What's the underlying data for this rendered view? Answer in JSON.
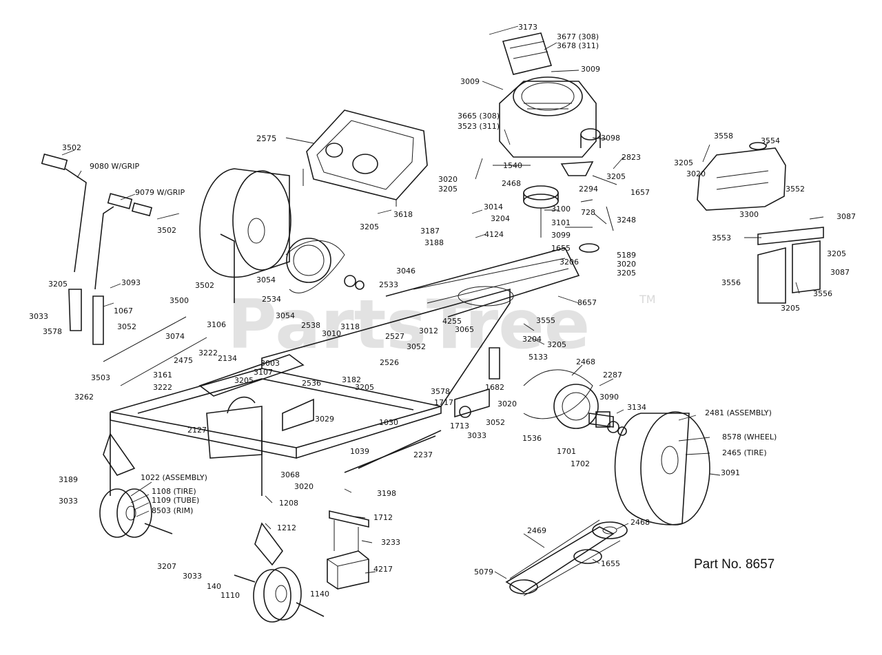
{
  "watermark": {
    "text": "PartsTree",
    "tm": "TM"
  },
  "part_number": "Part No. 8657",
  "labels": [
    "3173",
    "3677 (308)",
    "3678 (311)",
    "3009",
    "3009",
    "3665 (308)",
    "3523 (311)",
    "3098",
    "2823",
    "1540",
    "3020",
    "3205",
    "2468",
    "2294",
    "3205",
    "1657",
    "3100",
    "3101",
    "3099",
    "728",
    "3248",
    "1655",
    "5189",
    "3206",
    "3020",
    "3205",
    "2575",
    "3014",
    "3204",
    "3187",
    "3188",
    "4124",
    "3618",
    "3205",
    "3558",
    "3554",
    "3205",
    "3020",
    "3552",
    "3300",
    "3087",
    "3553",
    "3205",
    "3556",
    "3087",
    "3556",
    "3205",
    "3502",
    "9080 W/GRIP",
    "9079 W/GRIP",
    "3502",
    "3205",
    "3093",
    "1067",
    "3033",
    "3578",
    "3500",
    "3052",
    "3074",
    "3503",
    "2475",
    "3222",
    "3161",
    "3222",
    "3502",
    "3054",
    "2534",
    "3054",
    "3106",
    "2538",
    "3118",
    "3046",
    "2533",
    "8657",
    "4255",
    "3065",
    "3012",
    "3010",
    "3555",
    "3204",
    "3205",
    "5133",
    "2527",
    "3052",
    "2526",
    "2134",
    "3003",
    "3107",
    "3205",
    "2536",
    "3182",
    "3205",
    "2468",
    "2287",
    "3090",
    "3134",
    "1682",
    "3578",
    "1717",
    "3020",
    "1713",
    "3033",
    "3052",
    "1030",
    "1536",
    "1701",
    "1702",
    "2481 (ASSEMBLY)",
    "8578 (WHEEL)",
    "2465 (TIRE)",
    "3091",
    "3262",
    "3029",
    "2127",
    "2237",
    "1039",
    "3068",
    "3020",
    "3189",
    "3033",
    "1022 (ASSEMBLY)",
    "1108 (TIRE)",
    "1109 (TUBE)",
    "8503 (RIM)",
    "1208",
    "1212",
    "3198",
    "1712",
    "3233",
    "4217",
    "3207",
    "3033",
    "140",
    "1110",
    "1140",
    "2469",
    "2468",
    "5079",
    "1655"
  ]
}
